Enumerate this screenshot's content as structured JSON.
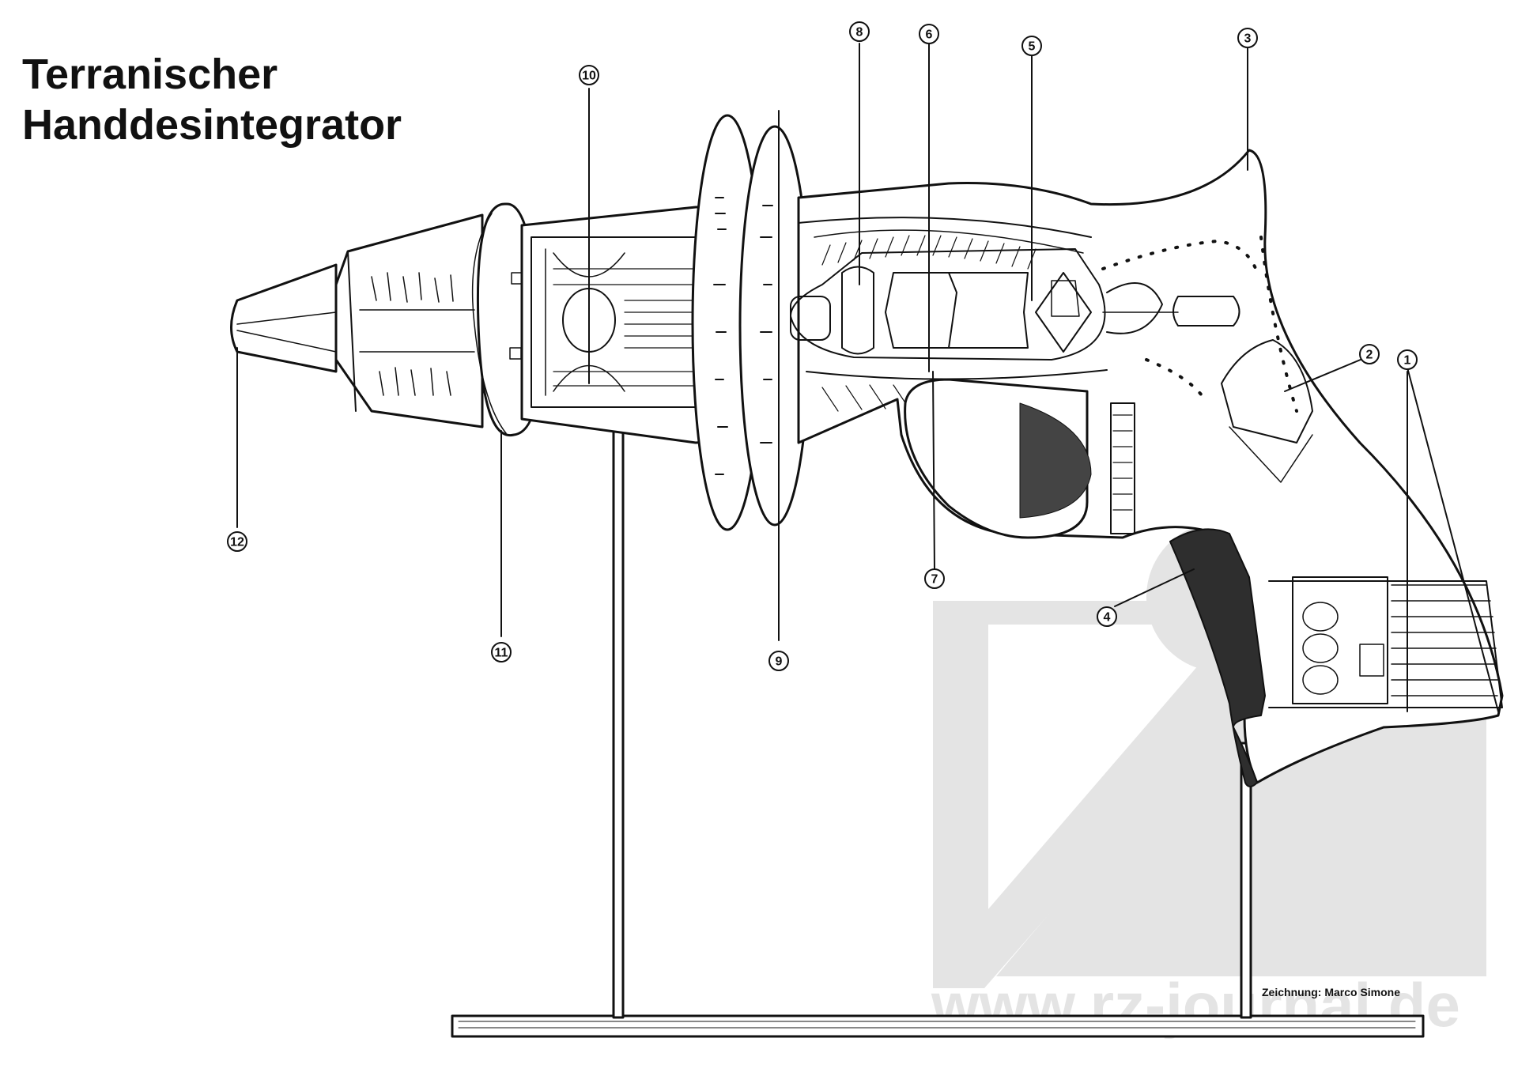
{
  "title_lines": [
    "Terranischer",
    "Handdesintegrator"
  ],
  "credit": "Zeichnung: Marco Simone",
  "watermark": {
    "text": "www.rz-journal.de",
    "color": "#e4e4e4"
  },
  "callouts": [
    "1",
    "2",
    "3",
    "4",
    "5",
    "6",
    "7",
    "8",
    "9",
    "10",
    "11",
    "12"
  ],
  "colors": {
    "ink": "#111111",
    "paper": "#ffffff",
    "watermark": "#e4e4e4"
  }
}
